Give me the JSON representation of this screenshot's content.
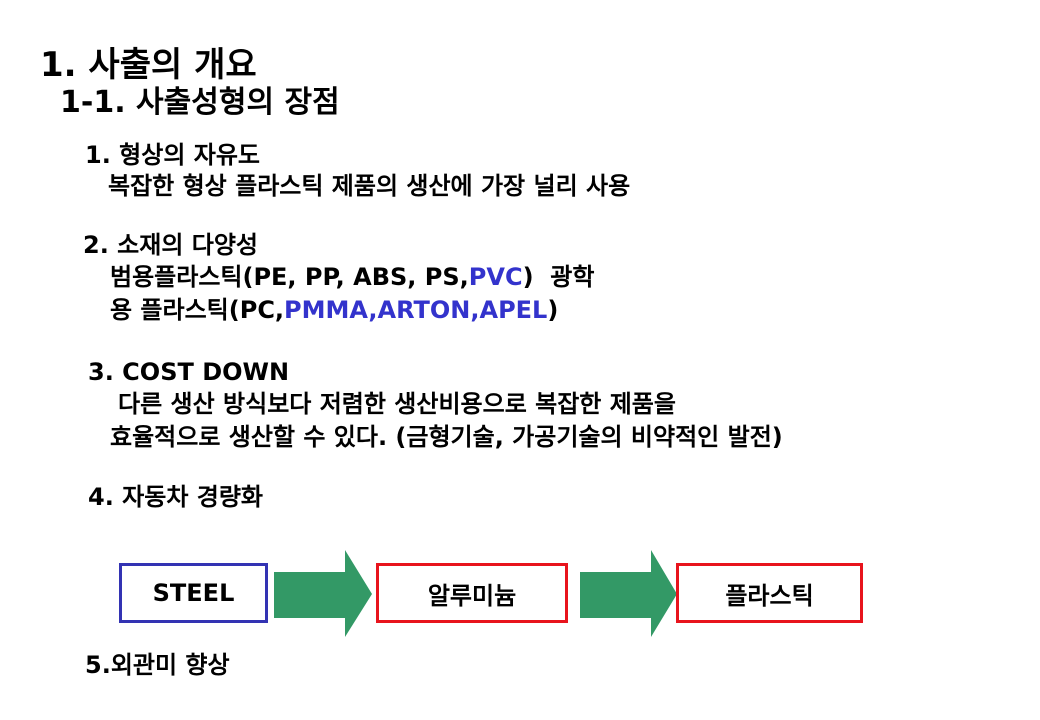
{
  "slide": {
    "title": "1. 사출의 개요",
    "subtitle": "1-1. 사출성형의 장점"
  },
  "sections": [
    {
      "heading": "1. 형상의 자유도",
      "lines": [
        "복잡한 형상 플라스틱 제품의 생산에 가장 널리 사용"
      ]
    },
    {
      "heading": "2. 소재의 다양성",
      "lines": [
        [
          "범용플라스틱(PE, PP, ABS, PS,",
          "PVC",
          ")  광학"
        ],
        [
          "용 플라스틱(PC,",
          "PMMA,ARTON,APEL",
          ")"
        ]
      ]
    },
    {
      "heading": "3. COST DOWN",
      "lines": [
        "다른 생산 방식보다 저렴한 생산비용으로 복잡한 제품을",
        "효율적으로 생산할 수 있다. (금형기술, 가공기술의 비약적인 발전)"
      ]
    },
    {
      "heading": "4. 자동차 경량화",
      "lines": []
    },
    {
      "heading": "5.외관미 향상",
      "lines": []
    }
  ],
  "diagram": {
    "items": [
      {
        "label": "STEEL",
        "border": "#3333b3"
      },
      {
        "label": "알루미늄",
        "border": "#e8141d"
      },
      {
        "label": "플라스틱",
        "border": "#e8141d"
      }
    ],
    "arrow_color": "#339966"
  },
  "colors": {
    "highlight": "#3333cc",
    "text": "#000000"
  }
}
